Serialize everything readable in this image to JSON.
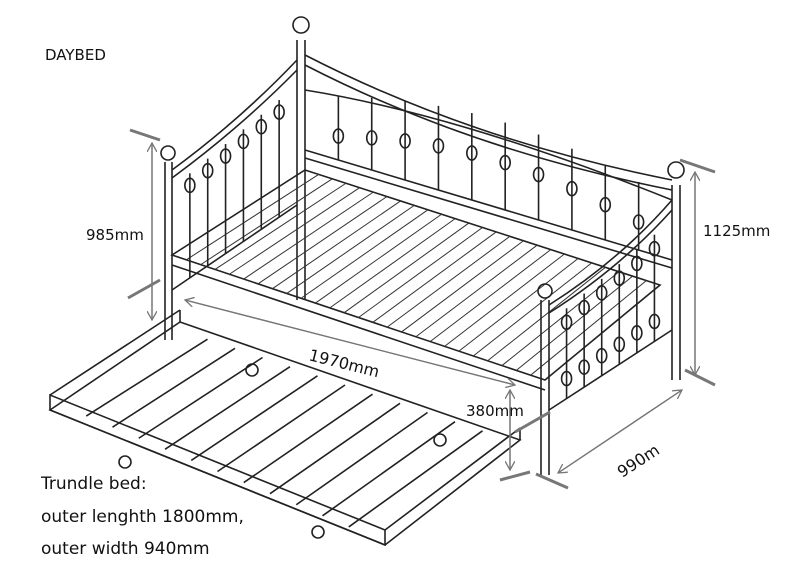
{
  "title": "DAYBED",
  "dimensions": {
    "height_front": "985mm",
    "height_back": "1125mm",
    "length": "1970mm",
    "trundle_height": "380mm",
    "width": "990m"
  },
  "trundle": {
    "heading": "Trundle bed:",
    "length": "outer lenghth 1800mm,",
    "width": "outer width 940mm"
  },
  "colors": {
    "line": "#222222",
    "dimension": "#777777"
  }
}
